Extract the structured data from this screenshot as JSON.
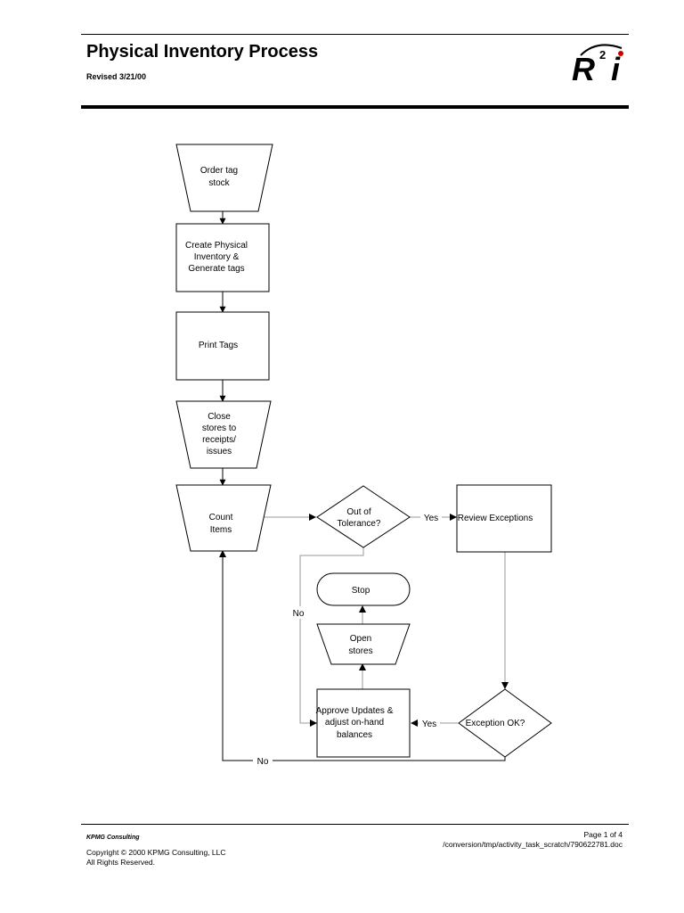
{
  "header": {
    "title": "Physical Inventory Process",
    "revised": "Revised 3/21/00",
    "logo_text": "R",
    "logo_superscript": "2",
    "logo_i": "i"
  },
  "flowchart": {
    "nodes": {
      "order_tag": [
        "Order tag",
        "stock"
      ],
      "create_physical": [
        "Create Physical",
        "Inventory &",
        "Generate tags"
      ],
      "print_tags": [
        "Print Tags"
      ],
      "close_stores": [
        "Close",
        "stores to",
        "receipts/",
        "issues"
      ],
      "count_items": [
        "Count",
        "Items"
      ],
      "out_of_tolerance": [
        "Out of",
        "Tolerance?"
      ],
      "review_exceptions": [
        "Review Exceptions"
      ],
      "stop": [
        "Stop"
      ],
      "open_stores": [
        "Open",
        "stores"
      ],
      "approve_updates": [
        "Approve Updates &",
        "adjust on-hand",
        "balances"
      ],
      "exception_ok": [
        "Exception OK?"
      ]
    },
    "labels": {
      "yes_tolerance": "Yes",
      "no_tolerance": "No",
      "yes_exception": "Yes",
      "no_exception": "No"
    }
  },
  "footer": {
    "company": "KPMG Consulting",
    "copyright_line1": "Copyright © 2000 KPMG Consulting, LLC",
    "copyright_line2": "All Rights Reserved.",
    "page": "Page 1 of 4",
    "path": "/conversion/tmp/activity_task_scratch/790622781.doc"
  }
}
